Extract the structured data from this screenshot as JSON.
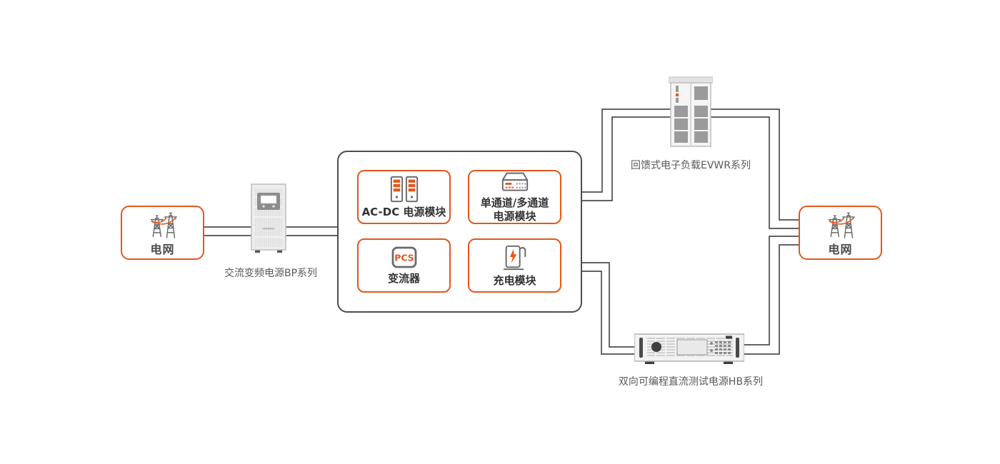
{
  "palette": {
    "accent": "#e4571c",
    "connector_line": "#4d4d4d",
    "caption_text": "#595959",
    "module_text": "#333333",
    "equipment_gray": "#9b9b9b"
  },
  "grid_left": {
    "label": "电网"
  },
  "grid_right": {
    "label": "电网"
  },
  "equipment": {
    "bp": {
      "caption": "交流变频电源BP系列"
    },
    "evwr": {
      "caption": "回馈式电子负载EVWR系列"
    },
    "hb": {
      "caption": "双向可编程直流测试电源HB系列"
    }
  },
  "modules": [
    {
      "label": "AC-DC 电源模块",
      "icon": "server-rack-icon"
    },
    {
      "label": "单通道/多通道\n电源模块",
      "icon": "bench-instrument-icon"
    },
    {
      "label": "变流器",
      "icon": "pcs-icon",
      "icon_text": "PCS"
    },
    {
      "label": "充电模块",
      "icon": "ev-charger-icon"
    }
  ]
}
